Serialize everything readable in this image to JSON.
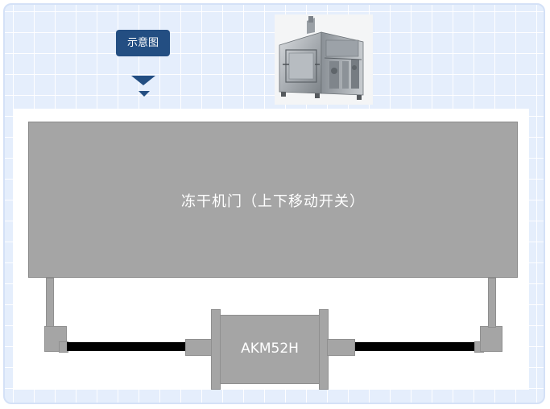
{
  "badge": {
    "label": "示意图"
  },
  "door": {
    "label": "冻干机门（上下移动开关）"
  },
  "motor": {
    "label": "AKM52H"
  },
  "colors": {
    "badge_bg": "#234e82",
    "component_gray": "#a5a5a5",
    "cable": "#000000",
    "grid_bg": "#e5eefc"
  },
  "icons": {
    "pointer": "triangle-down-icon",
    "product": "freeze-dryer-photo"
  }
}
